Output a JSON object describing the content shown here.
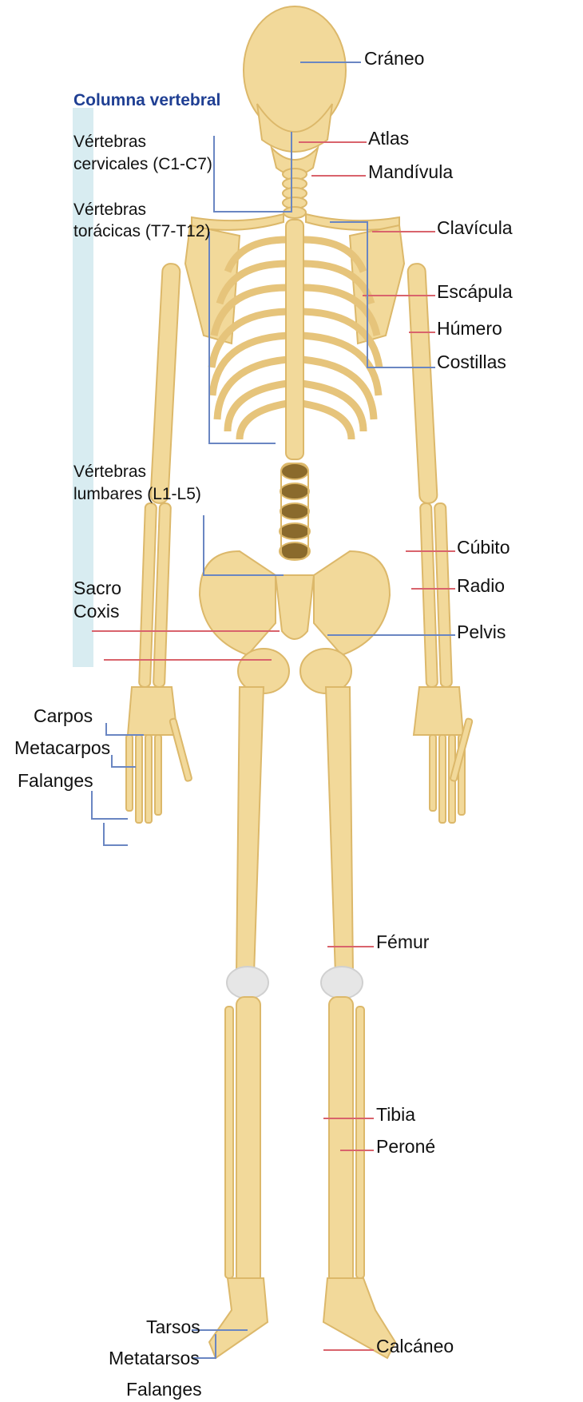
{
  "title": "Columna vertebral",
  "colors": {
    "bone": "#f2d99a",
    "bone_dark": "#e4c277",
    "bone_outline": "#dcb86a",
    "cartilage": "#e6e6e6",
    "blue_line": "#6a86c2",
    "red_line": "#d9636c",
    "bar": "#d8ecf1",
    "title": "#1f3f93"
  },
  "labels": {
    "craneo": "Cráneo",
    "atlas": "Atlas",
    "mandivula": "Mandívula",
    "clavicula": "Clavícula",
    "escapula": "Escápula",
    "humero": "Húmero",
    "costillas": "Costillas",
    "cubito": "Cúbito",
    "radio": "Radio",
    "pelvis": "Pelvis",
    "femur": "Fémur",
    "tibia": "Tibia",
    "perone": "Peroné",
    "calcaneo": "Calcáneo",
    "cervicales_1": "Vértebras",
    "cervicales_2": "cervicales (C1-C7)",
    "toracicas_1": "Vértebras",
    "toracicas_2": "torácicas (T7-T12)",
    "lumbares_1": "Vértebras",
    "lumbares_2": "lumbares (L1-L5)",
    "sacro": "Sacro",
    "coxis": "Coxis",
    "carpos": "Carpos",
    "metacarpos": "Metacarpos",
    "falanges_mano": "Falanges",
    "tarsos": "Tarsos",
    "metatarsos": "Metatarsos",
    "falanges_pie": "Falanges"
  }
}
